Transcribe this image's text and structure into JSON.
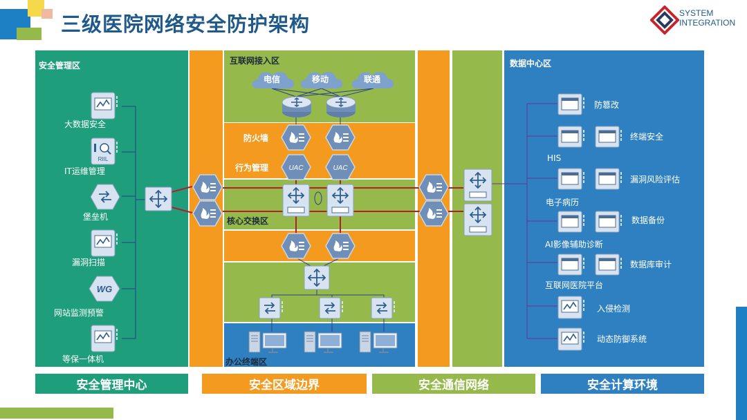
{
  "header": {
    "title": "三级医院网络安全防护架构",
    "logo_line1": "SYSTEM",
    "logo_line2": "INTEGRATION"
  },
  "zones": {
    "security_mgmt": "安全管理区",
    "internet_access": "互联网接入区",
    "core_switch": "核心交换区",
    "office_terminal": "办公终端区",
    "data_center": "数据中心区"
  },
  "security_mgmt_devices": [
    "大数据安全",
    "IT运维管理",
    "堡垒机",
    "漏洞扫描",
    "网站监测预警",
    "等保一体机"
  ],
  "clouds": [
    "电信",
    "移动",
    "联通"
  ],
  "internet_rows": {
    "firewall": "防火墙",
    "behavior": "行为管理"
  },
  "device_text": {
    "uac": "UAC",
    "wg": "WG",
    "riil": "RIIL"
  },
  "data_center_items": {
    "anti_tamper": "防篡改",
    "terminal_security": "终端安全",
    "his": "HIS",
    "vuln_assessment": "漏洞风险评估",
    "emr": "电子病历",
    "data_backup": "数据备份",
    "ai_imaging": "AI影像辅助诊断",
    "db_audit": "数据库审计",
    "internet_hospital": "互联网医院平台",
    "intrusion_detection": "入侵检测",
    "dynamic_defense": "动态防御系统"
  },
  "footer": [
    "安全管理中心",
    "安全区域边界",
    "安全通信网络",
    "安全计算环境"
  ],
  "colors": {
    "teal": "#1e9e7b",
    "orange": "#f39a1f",
    "green": "#95b94a",
    "blue": "#2f80c0",
    "title": "#1f5a8a",
    "link_red": "#b21e2a"
  },
  "icons": [
    "monitor-device-icon",
    "riil-device-icon",
    "bastion-icon",
    "wg-device-icon",
    "router-icon",
    "firewall-icon",
    "uac-icon",
    "switch-icon",
    "access-switch-icon",
    "server-icon",
    "pc-monitor-icon",
    "app-window-icon",
    "cloud-icon",
    "logo-icon"
  ]
}
